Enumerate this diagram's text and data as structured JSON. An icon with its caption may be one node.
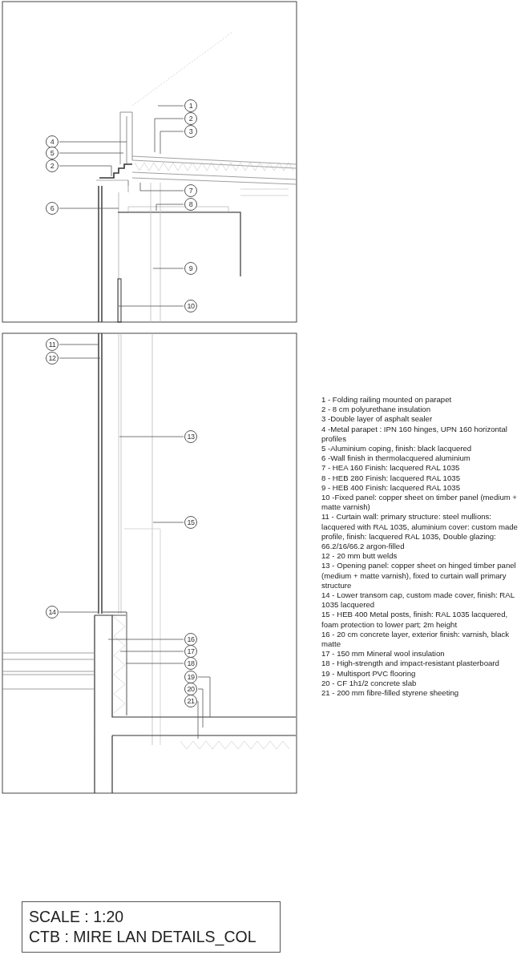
{
  "diagram": {
    "nodes": [
      {
        "text": [
          "1"
        ]
      },
      {
        "text": [
          "2"
        ]
      },
      {
        "text": [
          "3"
        ]
      },
      {
        "text": [
          "4"
        ]
      },
      {
        "text": [
          "5"
        ]
      },
      {
        "text": [
          "2"
        ]
      },
      {
        "text": [
          "7"
        ]
      },
      {
        "text": [
          "8"
        ]
      },
      {
        "text": [
          "6"
        ]
      },
      {
        "text": [
          "9"
        ]
      },
      {
        "text": [
          "10"
        ]
      },
      {
        "text": [
          "11"
        ]
      },
      {
        "text": [
          "12"
        ]
      },
      {
        "text": [
          "13"
        ]
      },
      {
        "text": [
          "15"
        ]
      },
      {
        "text": [
          "14"
        ]
      },
      {
        "text": [
          "16"
        ]
      },
      {
        "text": [
          "17"
        ]
      },
      {
        "text": [
          "18"
        ]
      },
      {
        "text": [
          "19"
        ]
      },
      {
        "text": [
          "20"
        ]
      },
      {
        "text": [
          "21"
        ]
      },
      {
        "text": [
          "SCALE : 1:20",
          "CTB : MIRE LAN DETAILS_COL"
        ]
      }
    ],
    "edges": [
      {
        "from": 0,
        "to": null,
        "arrow": "none"
      },
      {
        "from": 1,
        "to": null,
        "arrow": "none"
      },
      {
        "from": 2,
        "to": null,
        "arrow": "none"
      },
      {
        "from": 3,
        "to": null,
        "arrow": "none"
      },
      {
        "from": 4,
        "to": null,
        "arrow": "none"
      },
      {
        "from": 5,
        "to": null,
        "arrow": "none"
      },
      {
        "from": 6,
        "to": null,
        "arrow": "none"
      },
      {
        "from": 7,
        "to": null,
        "arrow": "none"
      },
      {
        "from": 8,
        "to": null,
        "arrow": "none"
      },
      {
        "from": 9,
        "to": null,
        "arrow": "none"
      },
      {
        "from": 10,
        "to": null,
        "arrow": "none"
      },
      {
        "from": 11,
        "to": null,
        "arrow": "none"
      },
      {
        "from": 12,
        "to": null,
        "arrow": "none"
      },
      {
        "from": 13,
        "to": null,
        "arrow": "none"
      },
      {
        "from": 14,
        "to": null,
        "arrow": "none"
      },
      {
        "from": 15,
        "to": null,
        "arrow": "none"
      },
      {
        "from": 16,
        "to": null,
        "arrow": "none"
      },
      {
        "from": 17,
        "to": null,
        "arrow": "none"
      },
      {
        "from": 18,
        "to": null,
        "arrow": "none"
      },
      {
        "from": 19,
        "to": null,
        "arrow": "none"
      },
      {
        "from": 20,
        "to": null,
        "arrow": "none"
      },
      {
        "from": 21,
        "to": null,
        "arrow": "none"
      }
    ],
    "labels": [
      "1 - Folding railing mounted on parapet",
      "2 - 8 cm polyurethane insulation",
      "3 -Double layer of asphalt sealer",
      "4 -Metal parapet : IPN 160 hinges, UPN 160 horizontal profiles",
      "5 -Aluminium coping, finish: black lacquered",
      "6 -Wall finish in thermolacquered aluminium",
      "7 - HEA 160 Finish: lacquered RAL 1035",
      "8 - HEB 280 Finish: lacquered RAL 1035",
      "9 - HEB 400 Finish: lacquered RAL 1035",
      "10 -Fixed panel: copper sheet on timber panel (medium + matte varnish)",
      "11 - Curtain wall: primary structure: steel mullions: lacquered with RAL 1035, aluminium cover: custom made profile, finish: lacquered RAL 1035, Double glazing: 66.2/16/66.2 argon-filled",
      "12 - 20 mm butt welds",
      "13 - Opening panel: copper sheet on hinged timber panel (medium + matte varnish), fixed to curtain wall primary structure",
      "14 - Lower transom cap, custom made cover, finish: RAL 1035 lacquered",
      "15 - HEB 400 Metal posts, finish: RAL 1035 lacquered, foam protection to lower part; 2m height",
      "16 - 20 cm concrete layer, exterior finish: varnish, black matte",
      "17 - 150 mm Mineral wool insulation",
      "18 - High-strength and impact-resistant plasterboard",
      "19 - Multisport PVC flooring",
      "20 - CF 1h1/2 concrete slab",
      "21 - 200 mm fibre-filled styrene sheeting"
    ]
  }
}
